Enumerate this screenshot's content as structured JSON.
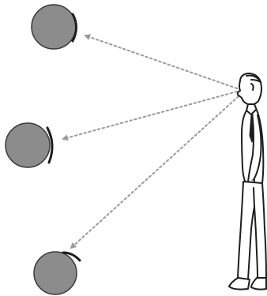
{
  "diagram": {
    "kind": "observer-looking-at-three-balls",
    "colors": {
      "background": "#ffffff",
      "ball_fill": "#8c8c8c",
      "ball_outline": "#3a3a3a",
      "sight_line": "#9a9a9a",
      "figure_stroke": "#1e1e1e"
    },
    "objects": [
      {
        "name": "upper-ball",
        "role": "ball"
      },
      {
        "name": "middle-ball",
        "role": "ball"
      },
      {
        "name": "lower-ball",
        "role": "ball"
      }
    ],
    "observer": {
      "name": "standing-man",
      "role": "observer"
    }
  }
}
